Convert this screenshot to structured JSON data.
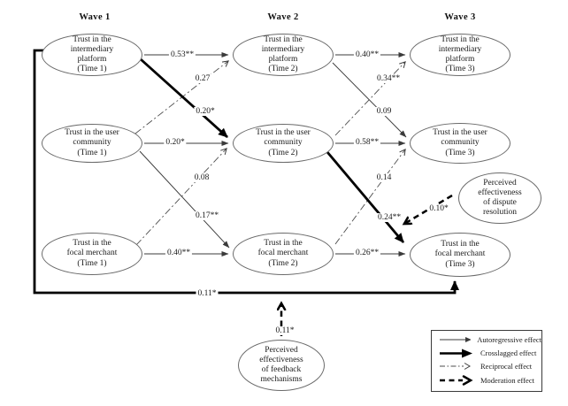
{
  "figure": {
    "type": "longitudinal trust path model",
    "waves": {
      "w1": "Wave 1",
      "w2": "Wave 2",
      "w3": "Wave 3"
    }
  },
  "nodes": {
    "platform_t1": "Trust in the\nintermediary\nplatform\n(Time 1)",
    "community_t1": "Trust in the user\ncommunity\n(Time 1)",
    "merchant_t1": "Trust in the\nfocal merchant\n(Time 1)",
    "platform_t2": "Trust in the\nintermediary\nplatform\n(Time 2)",
    "community_t2": "Trust in the user\ncommunity\n(Time 2)",
    "merchant_t2": "Trust in the\nfocal merchant\n(Time 2)",
    "platform_t3": "Trust in the\nintermediary\nplatform\n(Time 3)",
    "community_t3": "Trust in the user\ncommunity\n(Time 3)",
    "merchant_t3": "Trust in the\nfocal merchant\n(Time 3)",
    "dispute_resolution": "Perceived\neffectiveness\nof dispute\nresolution",
    "feedback_mechanisms": "Perceived\neffectiveness\nof feedback\nmechanisms"
  },
  "coefficients": {
    "platform_t1_t2": "0.53**",
    "community_t1_platform_t2": "0.27",
    "platform_t1_community_t2": "0.20*",
    "community_t1_t2": "0.20*",
    "merchant_t1_community_t2": "0.08",
    "community_t1_merchant_t2": "0.17**",
    "merchant_t1_t2": "0.40**",
    "platform_t1_merchant_t3": "0.11*",
    "platform_t2_t3": "0.40**",
    "community_t2_platform_t3": "0.34**",
    "platform_t2_community_t3": "0.09",
    "community_t2_t3": "0.58**",
    "merchant_t2_community_t3": "0.14",
    "community_t2_merchant_t3": "0.24**",
    "dispute_moderation": "0.10*",
    "merchant_t2_t3": "0.26**",
    "feedback_moderation": "0.11*"
  },
  "legend": {
    "items": [
      {
        "type": "autoregressive",
        "label": "Autoregressive effect"
      },
      {
        "type": "crosslagged",
        "label": "Crosslagged effect"
      },
      {
        "type": "reciprocal",
        "label": "Reciprocal effect"
      },
      {
        "type": "moderation",
        "label": "Moderation effect"
      }
    ]
  },
  "colors": {
    "background": "#ffffff",
    "thick_line": "#000000",
    "thin_line": "#3b3b3b",
    "ellipse_stroke": "#6a6a6a"
  }
}
